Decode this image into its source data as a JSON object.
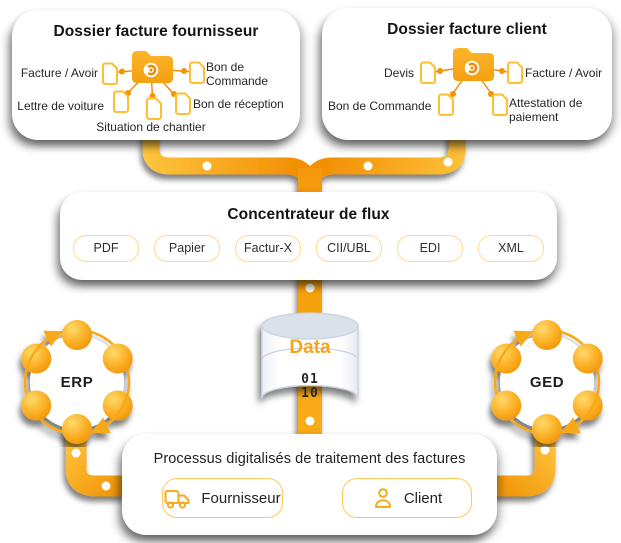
{
  "palette": {
    "yellow_main": "#F9A813",
    "yellow_light": "#FFC640",
    "orange_deep": "#F29104",
    "doc_outline": "#FFBE33",
    "pill_border_light": "#FFD98E",
    "pill_border_strong": "#FFC85A",
    "data_orange": "#F6A51C",
    "cylinder_top": "#D9E1EB",
    "text_dark": "#1D1D1B"
  },
  "supplier_box": {
    "title": "Dossier facture fournisseur",
    "docs": [
      {
        "label": "Facture / Avoir"
      },
      {
        "label": "Bon de Commande"
      },
      {
        "label": "Lettre de voiture"
      },
      {
        "label": "Situation de chantier"
      },
      {
        "label": "Bon de réception"
      }
    ]
  },
  "client_box": {
    "title": "Dossier facture client",
    "docs": [
      {
        "label": "Devis"
      },
      {
        "label": "Facture / Avoir"
      },
      {
        "label": "Bon de Commande"
      },
      {
        "label": "Attestation de paiement"
      }
    ]
  },
  "concentrator": {
    "title": "Concentrateur de flux",
    "formats": [
      "PDF",
      "Papier",
      "Factur-X",
      "CII/UBL",
      "EDI",
      "XML"
    ]
  },
  "database": {
    "label": "Data",
    "binary_line1": "01",
    "binary_line2": "10"
  },
  "erp": {
    "label": "ERP"
  },
  "ged": {
    "label": "GED"
  },
  "processes": {
    "title": "Processus digitalisés de traitement des factures",
    "pills": [
      {
        "label": "Fournisseur",
        "icon": "truck-icon"
      },
      {
        "label": "Client",
        "icon": "person-icon"
      }
    ]
  }
}
